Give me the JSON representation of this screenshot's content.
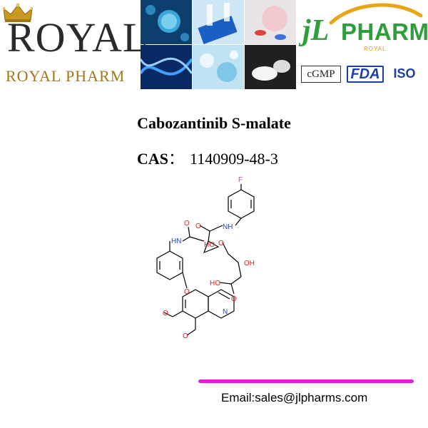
{
  "header": {
    "brand": {
      "name": "ROYAL",
      "subtitle": "ROYAL PHARM"
    },
    "partner_brand": {
      "mark": "jL",
      "name": "PHARM",
      "tagline": "ROYAL"
    },
    "certifications": [
      "cGMP",
      "FDA",
      "ISO"
    ],
    "colors": {
      "royal_gold": "#a07818",
      "jl_green": "#2f9e3a",
      "cert_blue": "#1c3fa8",
      "divider_magenta": "#e020d8"
    }
  },
  "product": {
    "name": "Cabozantinib S-malate",
    "cas_label": "CAS",
    "cas_separator": "：",
    "cas_number": "1140909-48-3"
  },
  "structure_labels": {
    "fluorine": "F",
    "amide_top": "NH",
    "amide_left": "HN",
    "oxygen": "O",
    "hydroxyl": "OH",
    "hydroxyl_acid": "HO",
    "hydroxyl_overlap": "HO",
    "nitrogen": "N"
  },
  "footer": {
    "email": "Email:sales@jlpharms.com"
  }
}
